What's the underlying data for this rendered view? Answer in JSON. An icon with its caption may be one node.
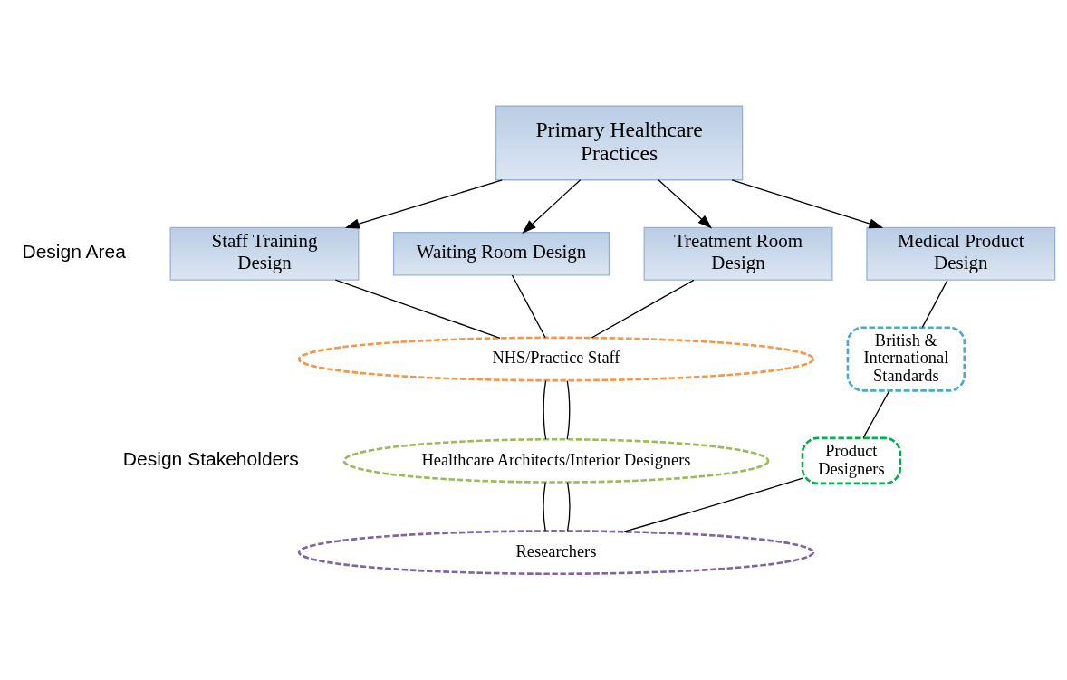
{
  "diagram": {
    "nodes": [
      {
        "text": [
          "Primary Healthcare Practices"
        ]
      },
      {
        "text": [
          "Staff Training Design"
        ]
      },
      {
        "text": [
          "Waiting Room Design"
        ]
      },
      {
        "text": [
          "Treatment Room Design"
        ]
      },
      {
        "text": [
          "Medical Product Design"
        ]
      },
      {
        "text": [
          "NHS/Practice Staff"
        ]
      },
      {
        "text": [
          "British & International Standards"
        ]
      },
      {
        "text": [
          "Healthcare Architects/Interior Designers"
        ]
      },
      {
        "text": [
          "Product Designers"
        ]
      },
      {
        "text": [
          "Researchers"
        ]
      }
    ],
    "edges": [
      {
        "from": 0,
        "to": 1,
        "arrow": "to"
      },
      {
        "from": 0,
        "to": 2,
        "arrow": "to"
      },
      {
        "from": 0,
        "to": 3,
        "arrow": "to"
      },
      {
        "from": 0,
        "to": 4,
        "arrow": "to"
      },
      {
        "from": 1,
        "to": 5,
        "arrow": "none"
      },
      {
        "from": 2,
        "to": 5,
        "arrow": "none"
      },
      {
        "from": 3,
        "to": 5,
        "arrow": "none"
      },
      {
        "from": 4,
        "to": 6,
        "arrow": "none"
      },
      {
        "from": 5,
        "to": 7,
        "arrow": "none"
      },
      {
        "from": 5,
        "to": 7,
        "arrow": "none"
      },
      {
        "from": 6,
        "to": 8,
        "arrow": "none"
      },
      {
        "from": 7,
        "to": 9,
        "arrow": "none"
      },
      {
        "from": 7,
        "to": 9,
        "arrow": "none"
      },
      {
        "from": 8,
        "to": 9,
        "arrow": "none"
      }
    ],
    "labels": [
      "Design Area",
      "Design Stakeholders"
    ]
  }
}
